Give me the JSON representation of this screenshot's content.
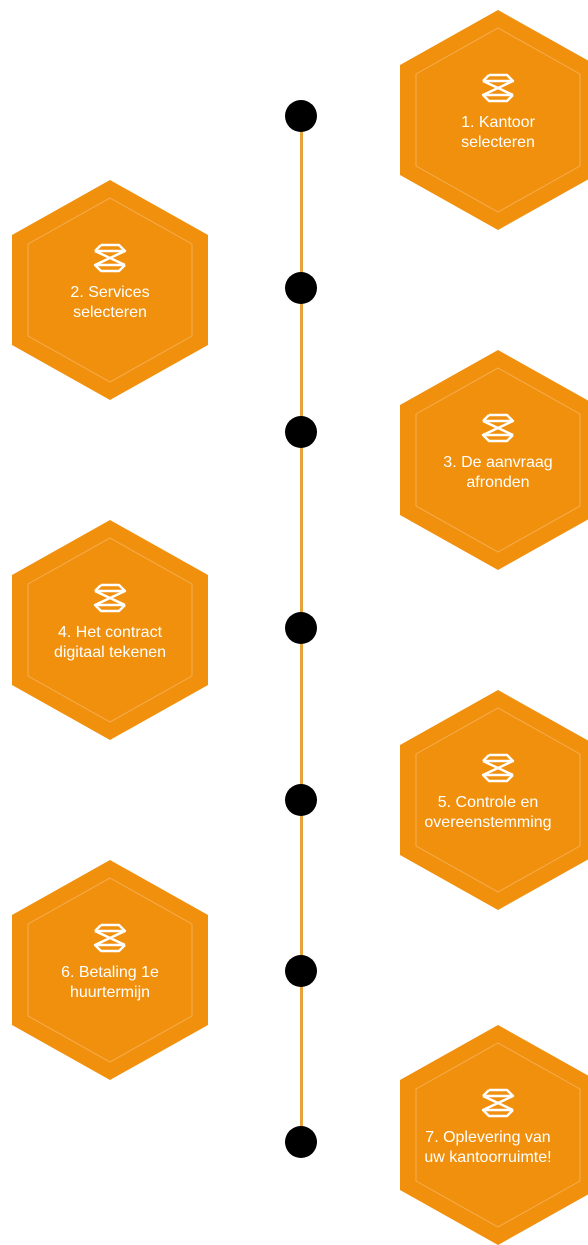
{
  "accent": "#f0900d",
  "line_color": "#e8a23a",
  "steps": [
    {
      "label": "1. Kantoor\nselecteren",
      "icon": "hex-logo-icon"
    },
    {
      "label": "2. Services\nselecteren",
      "icon": "hex-logo-icon"
    },
    {
      "label": "3. De aanvraag\nafronden",
      "icon": "hex-logo-icon"
    },
    {
      "label": "4. Het contract\ndigitaal tekenen",
      "icon": "hex-logo-icon"
    },
    {
      "label": "5. Controle en\novereenstemming",
      "icon": "hex-logo-icon"
    },
    {
      "label": "6. Betaling 1e\nhuurtermijn",
      "icon": "hex-logo-icon"
    },
    {
      "label": "7. Oplevering van\nuw kantoorruimte!",
      "icon": "hex-logo-icon"
    }
  ]
}
